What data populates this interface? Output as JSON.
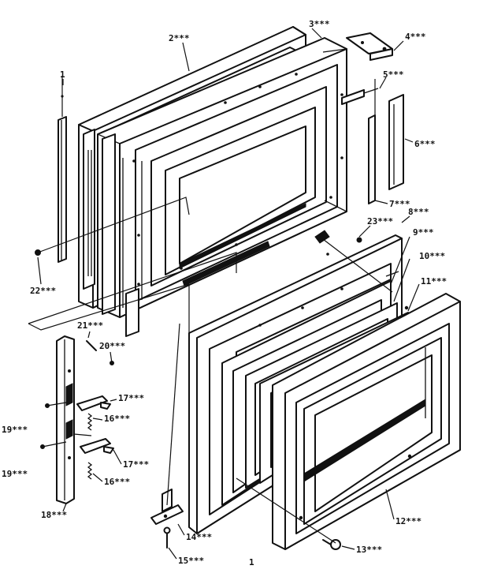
{
  "callouts": [
    {
      "id": "c1",
      "text": "1"
    },
    {
      "id": "c2",
      "text": "2***"
    },
    {
      "id": "c3",
      "text": "3***"
    },
    {
      "id": "c4",
      "text": "4***"
    },
    {
      "id": "c5",
      "text": "5***"
    },
    {
      "id": "c6",
      "text": "6***"
    },
    {
      "id": "c7",
      "text": "7***"
    },
    {
      "id": "c8",
      "text": "8***"
    },
    {
      "id": "c9",
      "text": "9***"
    },
    {
      "id": "c10",
      "text": "10***"
    },
    {
      "id": "c11",
      "text": "11***"
    },
    {
      "id": "c12",
      "text": "12***"
    },
    {
      "id": "c13",
      "text": "13***"
    },
    {
      "id": "c14",
      "text": "14***"
    },
    {
      "id": "c15",
      "text": "15***"
    },
    {
      "id": "c16a",
      "text": "16***"
    },
    {
      "id": "c16b",
      "text": "16***"
    },
    {
      "id": "c17a",
      "text": "17***"
    },
    {
      "id": "c17b",
      "text": "17***"
    },
    {
      "id": "c18",
      "text": "18***"
    },
    {
      "id": "c19a",
      "text": "19***"
    },
    {
      "id": "c19b",
      "text": "19***"
    },
    {
      "id": "c20",
      "text": "20***"
    },
    {
      "id": "c21",
      "text": "21***"
    },
    {
      "id": "c22",
      "text": "22***"
    },
    {
      "id": "c23",
      "text": "23***"
    }
  ],
  "page_mark": "1",
  "colors": {
    "ink": "#111111",
    "paper": "#ffffff"
  }
}
